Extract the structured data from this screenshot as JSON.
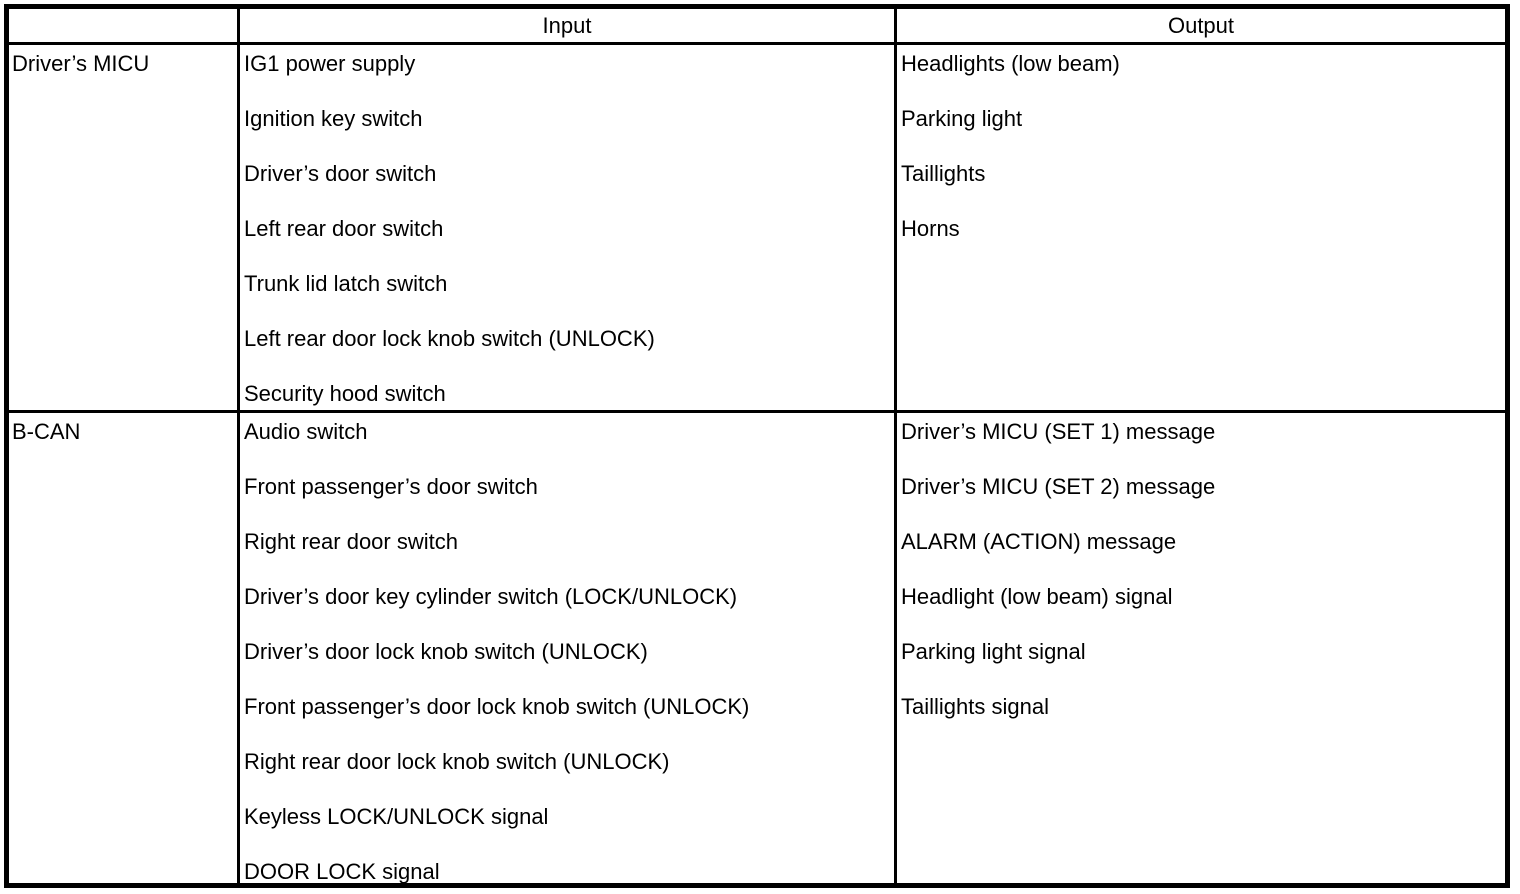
{
  "table": {
    "headers": {
      "source": "",
      "input": "Input",
      "output": "Output"
    },
    "rows": [
      {
        "source": "Driver’s MICU",
        "inputs": [
          "IG1 power supply",
          "Ignition key switch",
          "Driver’s door switch",
          "Left rear door switch",
          "Trunk lid latch switch",
          "Left rear door lock knob switch (UNLOCK)",
          "Security hood switch"
        ],
        "outputs": [
          "Headlights (low beam)",
          "Parking light",
          "Taillights",
          "Horns"
        ]
      },
      {
        "source": "B-CAN",
        "inputs": [
          "Audio switch",
          "Front passenger’s door switch",
          "Right rear door switch",
          "Driver’s door key cylinder switch (LOCK/UNLOCK)",
          "Driver’s door lock knob switch (UNLOCK)",
          "Front passenger’s door lock knob switch (UNLOCK)",
          "Right rear door lock knob switch (UNLOCK)",
          "Keyless LOCK/UNLOCK signal",
          "DOOR LOCK signal"
        ],
        "outputs": [
          "Driver’s MICU (SET 1) message",
          "Driver’s MICU (SET 2) message",
          "ALARM (ACTION) message",
          "Headlight (low beam) signal",
          "Parking light signal",
          "Taillights signal"
        ]
      }
    ]
  },
  "colors": {
    "border": "#000000",
    "text": "#000000",
    "background": "#ffffff"
  }
}
